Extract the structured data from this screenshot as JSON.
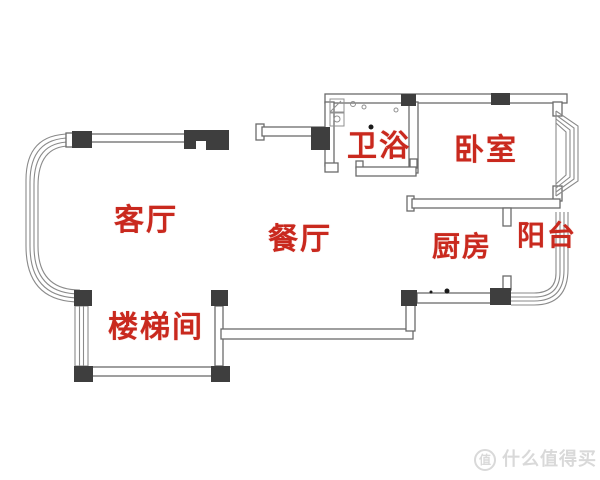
{
  "floorplan": {
    "title": "apartment-floor-plan",
    "labels": {
      "living_room": "客厅",
      "dining_room": "餐厅",
      "bathroom": "卫浴",
      "bedroom": "卧室",
      "kitchen": "厨房",
      "balcony": "阳台",
      "stairwell": "楼梯间"
    },
    "label_color": "#c9291e",
    "wall_stroke_color": "#6b6b6b",
    "window_line_color": "#8a8a8a",
    "column_color": "#3e3e3e",
    "background_color": "#ffffff"
  },
  "watermark": {
    "logo": "值",
    "text": "什么值得买",
    "color": "#d9d9d9"
  }
}
